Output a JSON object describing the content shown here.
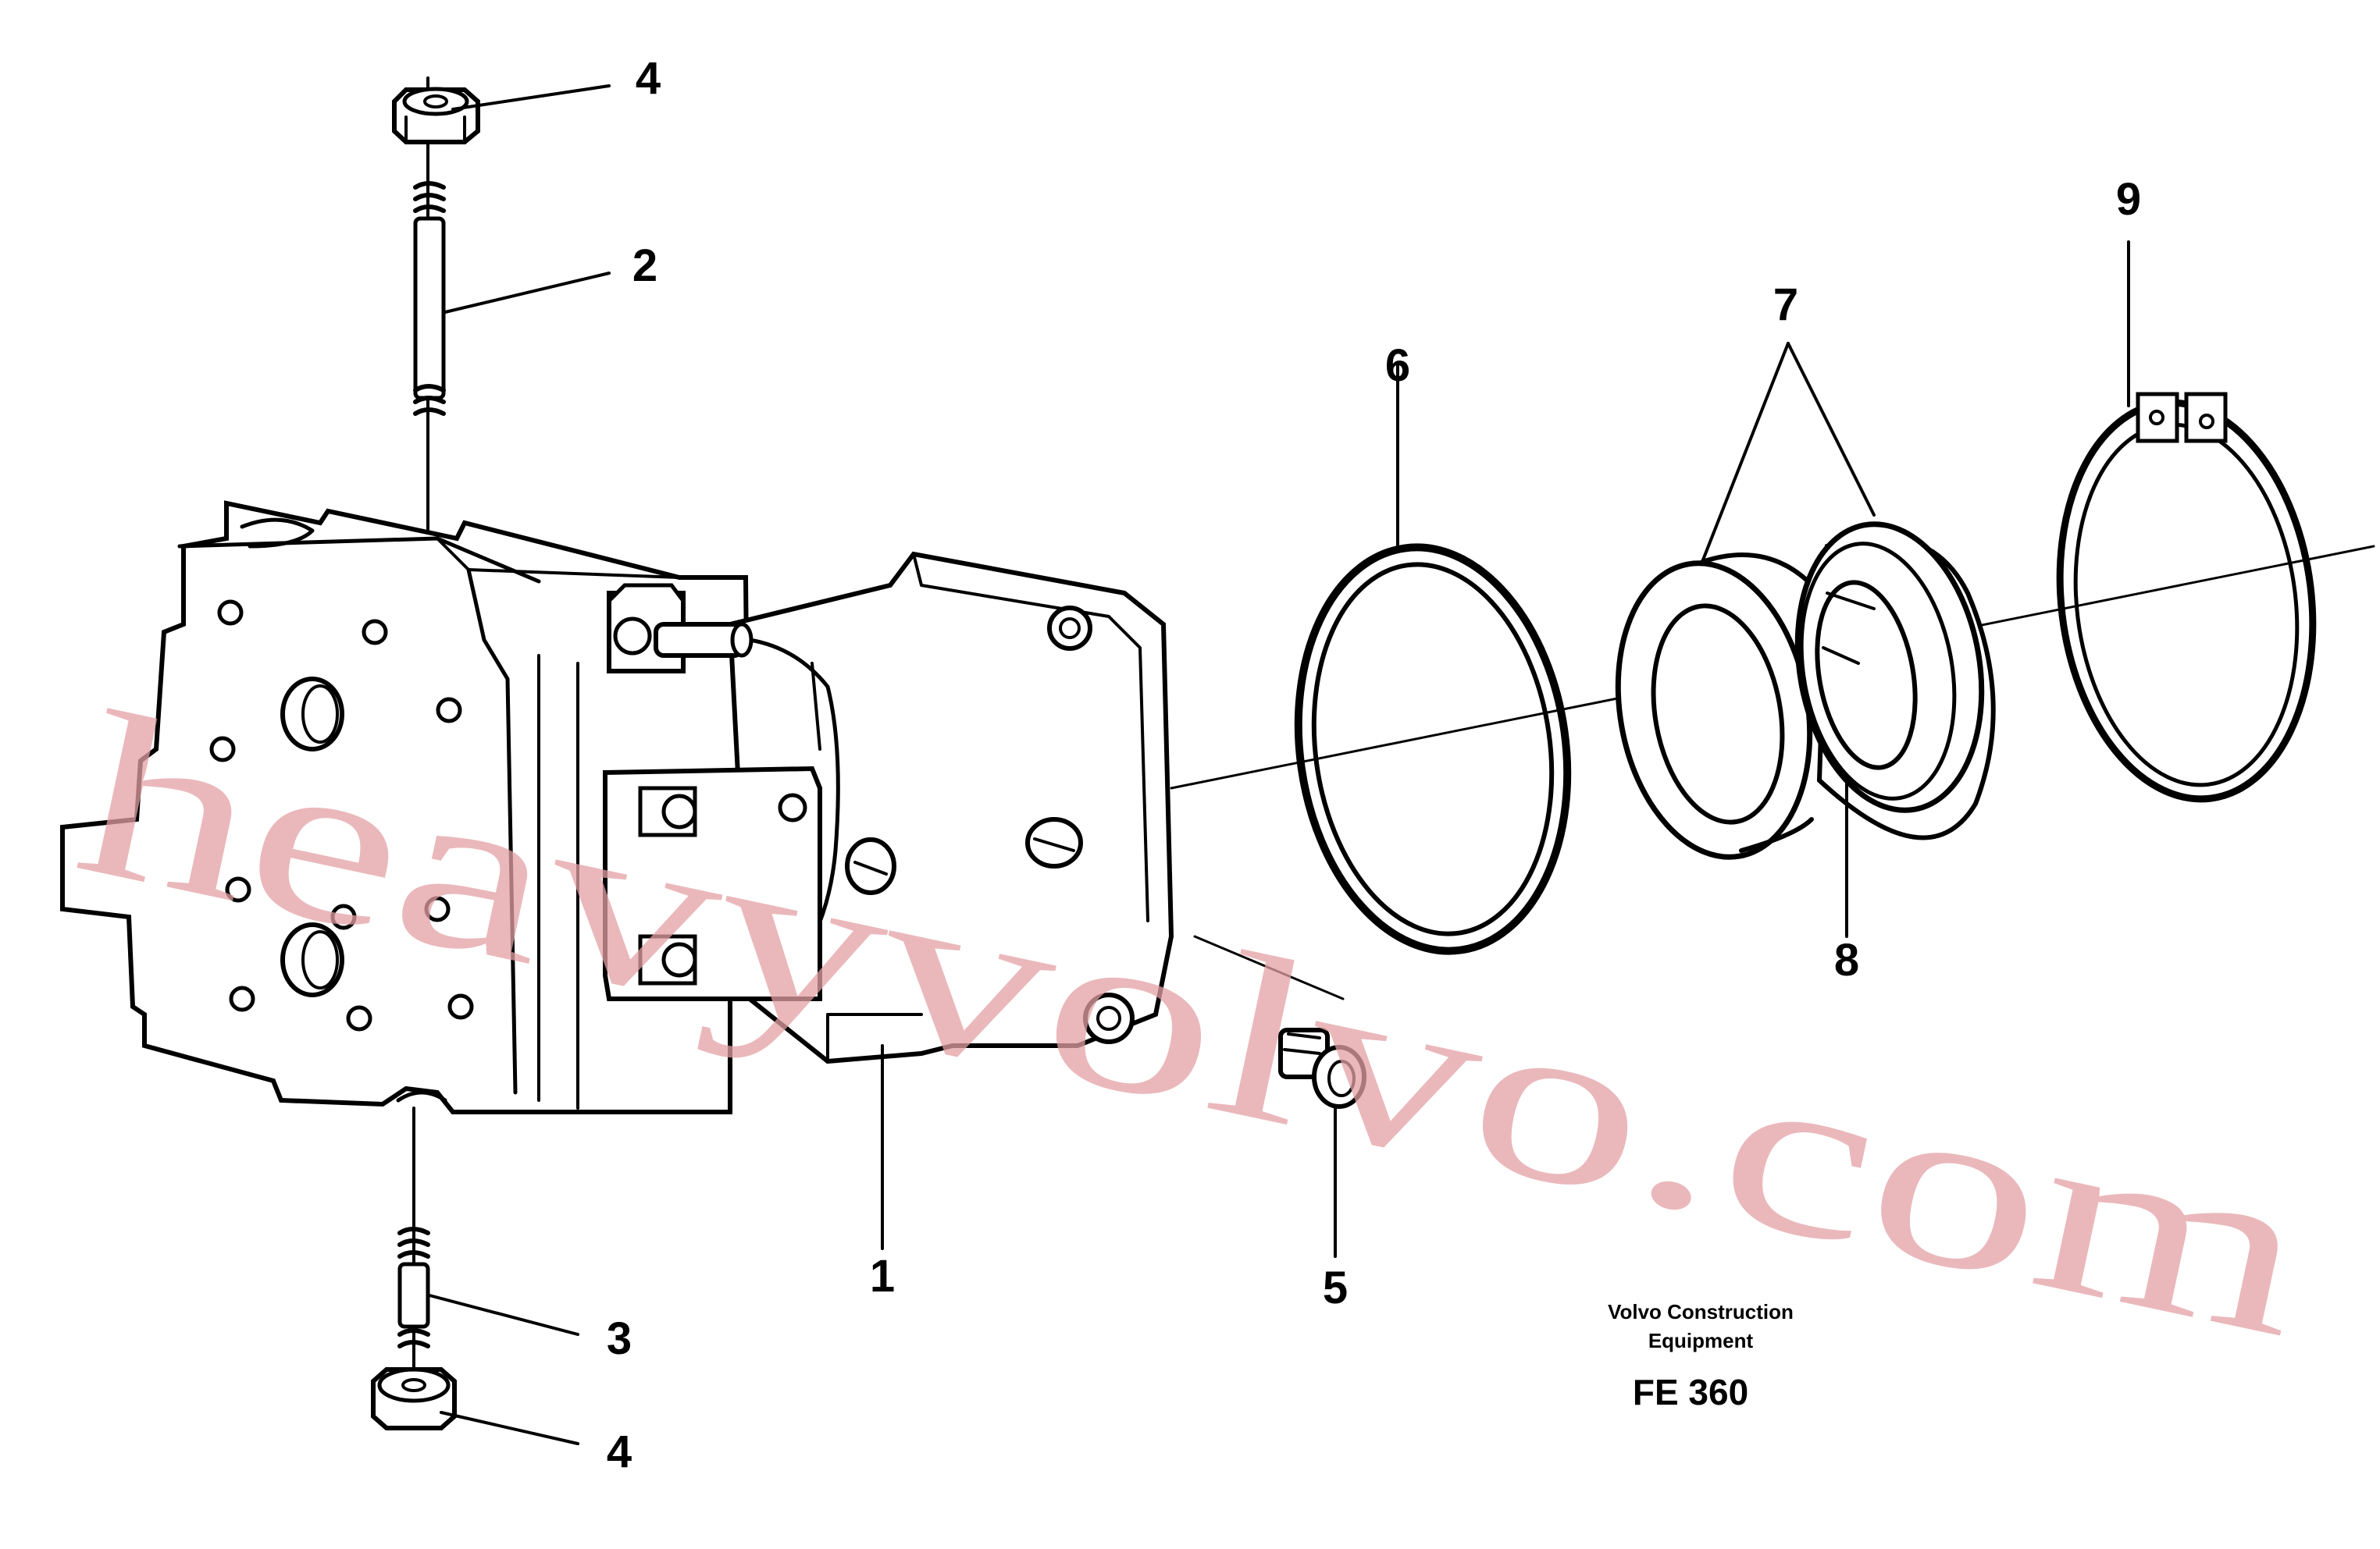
{
  "callouts": [
    "4",
    "2",
    "6",
    "7",
    "9",
    "8",
    "1",
    "5",
    "3",
    "4"
  ],
  "credit": {
    "line1": "Volvo Construction",
    "line2": "Equipment"
  },
  "figure_code": "FE 360",
  "watermark": "heavyvolvo.com"
}
